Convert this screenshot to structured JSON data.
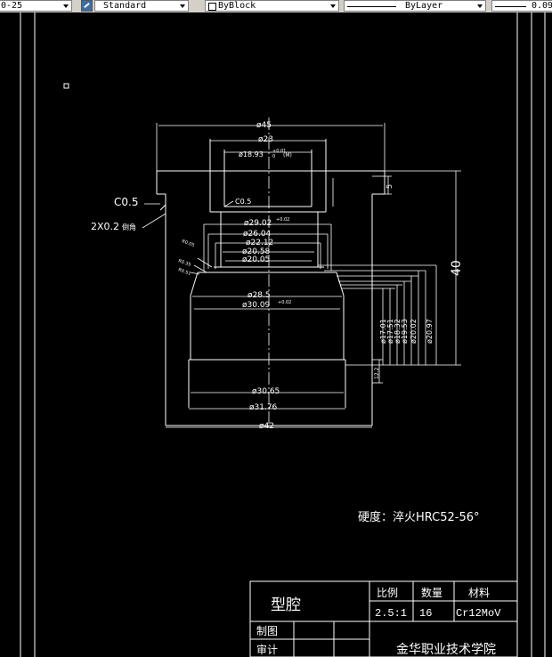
{
  "toolbar": {
    "dimstyle_value": "0-25",
    "textstyle_value": "Standard",
    "color_value": "ByBlock",
    "linetype_value": "ByLayer",
    "lineweight_value": "0.09"
  },
  "dims": {
    "d45": "ø45",
    "d23": "ø23",
    "d18": "ø18.93",
    "d18_tol_u": "+0.01",
    "d18_tol_l": "0",
    "d18_suffix": "(M)",
    "c05_inner": "C0.5",
    "d29": "ø29.02",
    "d29_tol": "+0.02",
    "d26": "ø26.04",
    "d22": "ø22.12",
    "d20a": "ø20.58",
    "d20b": "ø20.05",
    "d28": "ø28.5",
    "d30": "ø30.09",
    "d30_tol": "+0.02",
    "d3065": "ø30.65",
    "d3176": "ø31.76",
    "d42": "ø42",
    "v1": "ø17.01",
    "v2": "ø17.51",
    "v3": "ø18.32",
    "v4": "ø19.53",
    "v5": "ø20.02",
    "v6": "ø20.97",
    "h40": "40",
    "h5": "5",
    "h12": "12.2",
    "r1": "R0.05",
    "r2": "R0.35",
    "r3": "R0.51"
  },
  "notes": {
    "c05": "C0.5",
    "chamfer2": "2X0.2",
    "chamfer2_suffix": "倒角",
    "hardness": "硬度：淬火HRC52-56°"
  },
  "title_block": {
    "part_name": "型腔",
    "scale_label": "比例",
    "qty_label": "数量",
    "material_label": "材料",
    "scale_value": "2.5:1",
    "qty_value": "16",
    "material_value": "Cr12MoV",
    "drawn_label": "制图",
    "check_label": "审计",
    "school": "金华职业技术学院"
  }
}
